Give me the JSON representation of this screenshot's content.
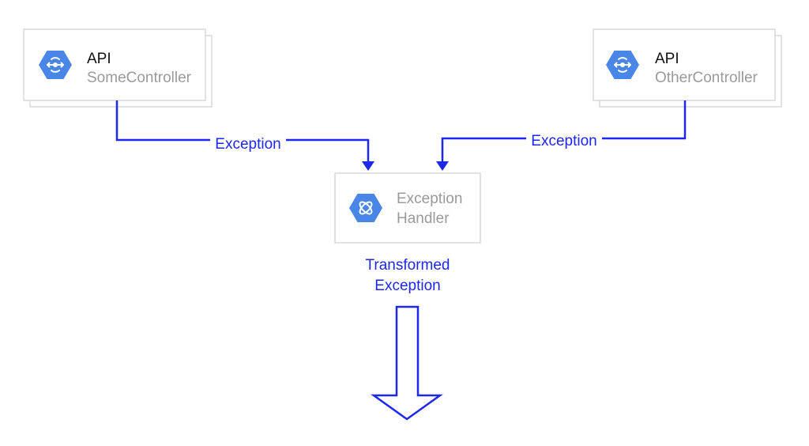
{
  "nodes": {
    "api_left": {
      "title": "API",
      "subtitle": "SomeController",
      "icon": "api-gateway-icon"
    },
    "api_right": {
      "title": "API",
      "subtitle": "OtherController",
      "icon": "api-gateway-icon"
    },
    "handler": {
      "line1": "Exception",
      "line2": "Handler",
      "icon": "exception-handler-icon"
    }
  },
  "edges": {
    "left_label": "Exception",
    "right_label": "Exception",
    "output_label_line1": "Transformed",
    "output_label_line2": "Exception"
  },
  "colors": {
    "edge": "#1d27ee",
    "icon_hex": "#4a86e8",
    "card_border": "#d9d9d9",
    "muted_text": "#9a9a9a"
  }
}
